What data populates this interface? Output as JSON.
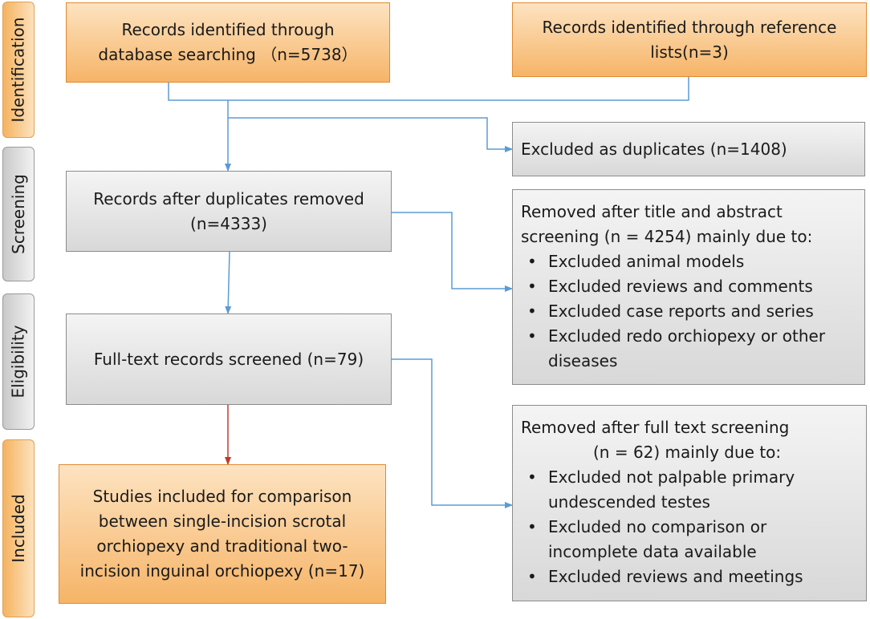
{
  "side_labels": {
    "identification": "Identification",
    "screening": "Screening",
    "eligibility": "Eligibility",
    "included": "Included"
  },
  "boxes": {
    "database": {
      "line1": "Records identified through",
      "line2": "database searching （n=5738）"
    },
    "reference": {
      "line1": "Records identified through reference",
      "line2": "lists(n=3)"
    },
    "duplicates_excluded": {
      "text": "Excluded as duplicates (n=1408)"
    },
    "after_duplicates": {
      "line1": "Records after duplicates removed",
      "line2": "(n=4333)"
    },
    "title_abstract": {
      "line1": "Removed after title and abstract",
      "line2": "screening (n = 4254) mainly due to:",
      "items": [
        "Excluded animal models",
        "Excluded reviews and comments",
        "Excluded case reports and series",
        "Excluded redo orchiopexy or other diseases"
      ]
    },
    "fulltext_screened": {
      "text": "Full-text records screened (n=79)"
    },
    "fulltext_removed": {
      "line1": "Removed after full text screening",
      "line2": "(n = 62) mainly due to:",
      "items": [
        "Excluded not palpable primary undescended testes",
        "Excluded no comparison or incomplete data available",
        "Excluded reviews and meetings"
      ]
    },
    "included": {
      "line1": "Studies included for comparison",
      "line2": "between single-incision scrotal",
      "line3": "orchiopexy and traditional two-",
      "line4": "incision inguinal orchiopexy (n=17)"
    }
  },
  "colors": {
    "arrow_blue": "#5b9bd5",
    "arrow_red": "#c0392b",
    "orange_fill": "#f6b467",
    "grey_fill": "#d8d8d8"
  }
}
